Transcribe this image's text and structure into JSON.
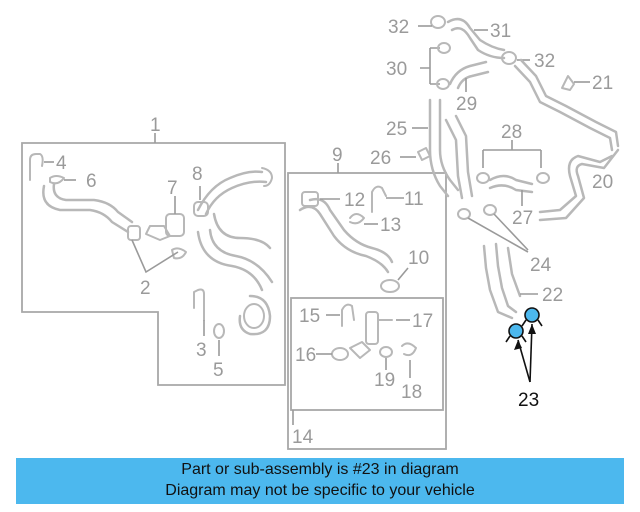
{
  "callouts": {
    "c1": "1",
    "c2": "2",
    "c3": "3",
    "c4": "4",
    "c5": "5",
    "c6": "6",
    "c7": "7",
    "c8": "8",
    "c9": "9",
    "c10": "10",
    "c11": "11",
    "c12": "12",
    "c13": "13",
    "c14": "14",
    "c15": "15",
    "c16": "16",
    "c17": "17",
    "c18": "18",
    "c19": "19",
    "c20": "20",
    "c21": "21",
    "c22": "22",
    "c23": "23",
    "c24": "24",
    "c25": "25",
    "c26": "26",
    "c27": "27",
    "c28": "28",
    "c29": "29",
    "c30": "30",
    "c31": "31",
    "c32a": "32",
    "c32b": "32"
  },
  "highlight": {
    "part": "23",
    "color": "#4cb8ee"
  },
  "banner": {
    "line1": "Part or sub-assembly is #23 in diagram",
    "line2": "Diagram may not be specific to your vehicle",
    "background": "#4cb8ee"
  }
}
